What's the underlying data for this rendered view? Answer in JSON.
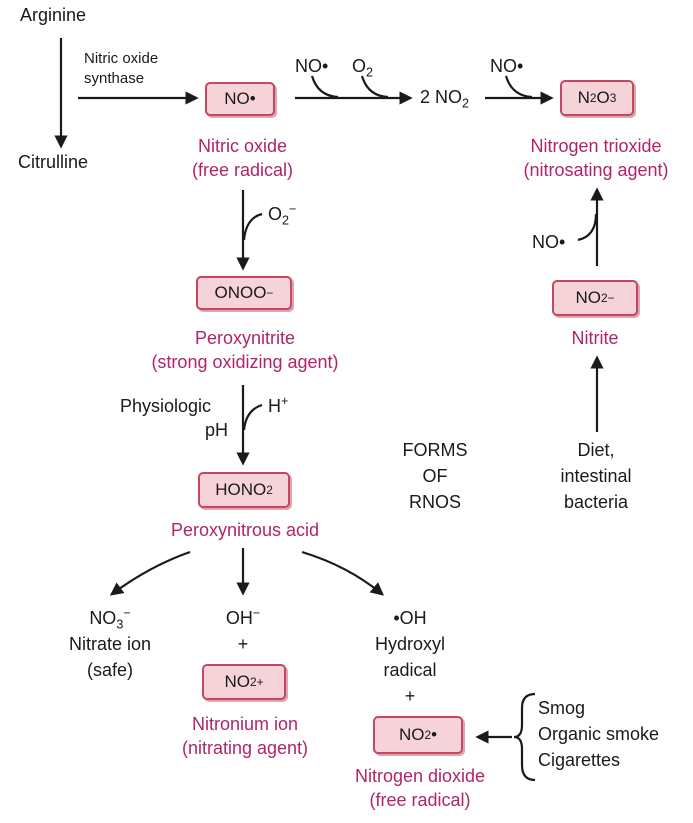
{
  "arginine": "Arginine",
  "citrulline": "Citrulline",
  "enzyme": [
    "Nitric oxide",
    "synthase"
  ],
  "no_box": {
    "main": "NO",
    "dot": "•"
  },
  "nitric_oxide": [
    "Nitric oxide",
    "(free radical)"
  ],
  "top_no_1": "NO•",
  "top_o2": {
    "main": "O",
    "sub": "2"
  },
  "top_product": {
    "pre": "2 NO",
    "sub": "2"
  },
  "top_no_2": "NO•",
  "n2o3_box": {
    "a": "N",
    "s1": "2",
    "b": "O",
    "s2": "3"
  },
  "nitrogen_trioxide": [
    "Nitrogen trioxide",
    "(nitrosating agent)"
  ],
  "superoxide": {
    "main": "O",
    "sub": "2",
    "sup": "−"
  },
  "onoo_box": {
    "main": "ONOO",
    "sup": "−"
  },
  "peroxynitrite": [
    "Peroxynitrite",
    "(strong oxidizing agent)"
  ],
  "physiologic": [
    "Physiologic",
    "pH"
  ],
  "proton": {
    "main": "H",
    "sup": "+"
  },
  "hono2_box": {
    "main": "HONO",
    "sub": "2"
  },
  "peroxynitrous": "Peroxynitrous acid",
  "forms": [
    "FORMS",
    "OF",
    "RNOS"
  ],
  "no_nitrite": "NO•",
  "nitrite_box": {
    "main": "NO",
    "sub": "2",
    "sup": "−"
  },
  "nitrite_label": "Nitrite",
  "diet": [
    "Diet,",
    "intestinal",
    "bacteria"
  ],
  "nitrate": {
    "main": "NO",
    "sub": "3",
    "sup": "−",
    "line2": "Nitrate ion",
    "line3": "(safe)"
  },
  "hydroxide": {
    "main": "OH",
    "sup": "−",
    "plus": "+"
  },
  "nitronium_box": {
    "main": "NO",
    "sub": "2",
    "sup": "+"
  },
  "nitronium_label": [
    "Nitronium ion",
    "(nitrating agent)"
  ],
  "hydroxyl": [
    "•OH",
    "Hydroxyl",
    "radical",
    "+"
  ],
  "no2rad_box": {
    "main": "NO",
    "sub": "2",
    "dot": "•"
  },
  "no2rad_label": [
    "Nitrogen dioxide",
    "(free radical)"
  ],
  "sources": [
    "Smog",
    "Organic smoke",
    "Cigarettes"
  ],
  "colors": {
    "accent": "#b0246a",
    "box_fill": "#f6d3d9",
    "box_border": "#c8465f"
  }
}
